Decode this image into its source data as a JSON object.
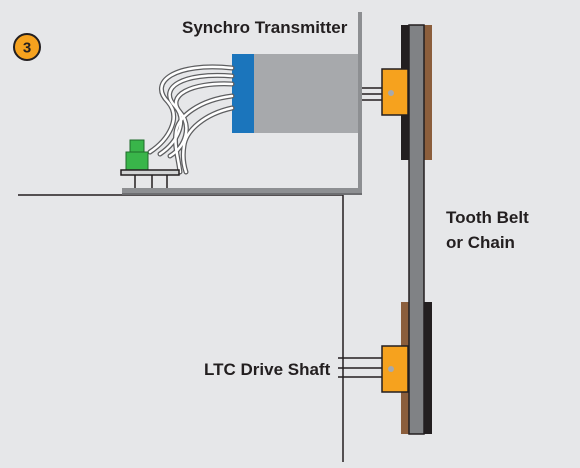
{
  "step": {
    "number": "3",
    "badge_color": "#f6a21e"
  },
  "labels": {
    "transmitter": "Synchro Transmitter",
    "belt_line1": "Tooth Belt",
    "belt_line2": "or Chain",
    "drive_shaft": "LTC Drive Shaft"
  },
  "colors": {
    "background": "#e6e7e9",
    "line": "#231f20",
    "motor_body": "#a7a9ac",
    "motor_face": "#1b75bc",
    "bracket": "#f6a21e",
    "belt": "#808285",
    "belt_backing": "#8b5e3c",
    "belt_inner": "#231f20",
    "connector": "#39b54a"
  },
  "icons": [
    "step-badge",
    "synchro-transmitter",
    "connector",
    "pulley-bracket",
    "tooth-belt"
  ]
}
